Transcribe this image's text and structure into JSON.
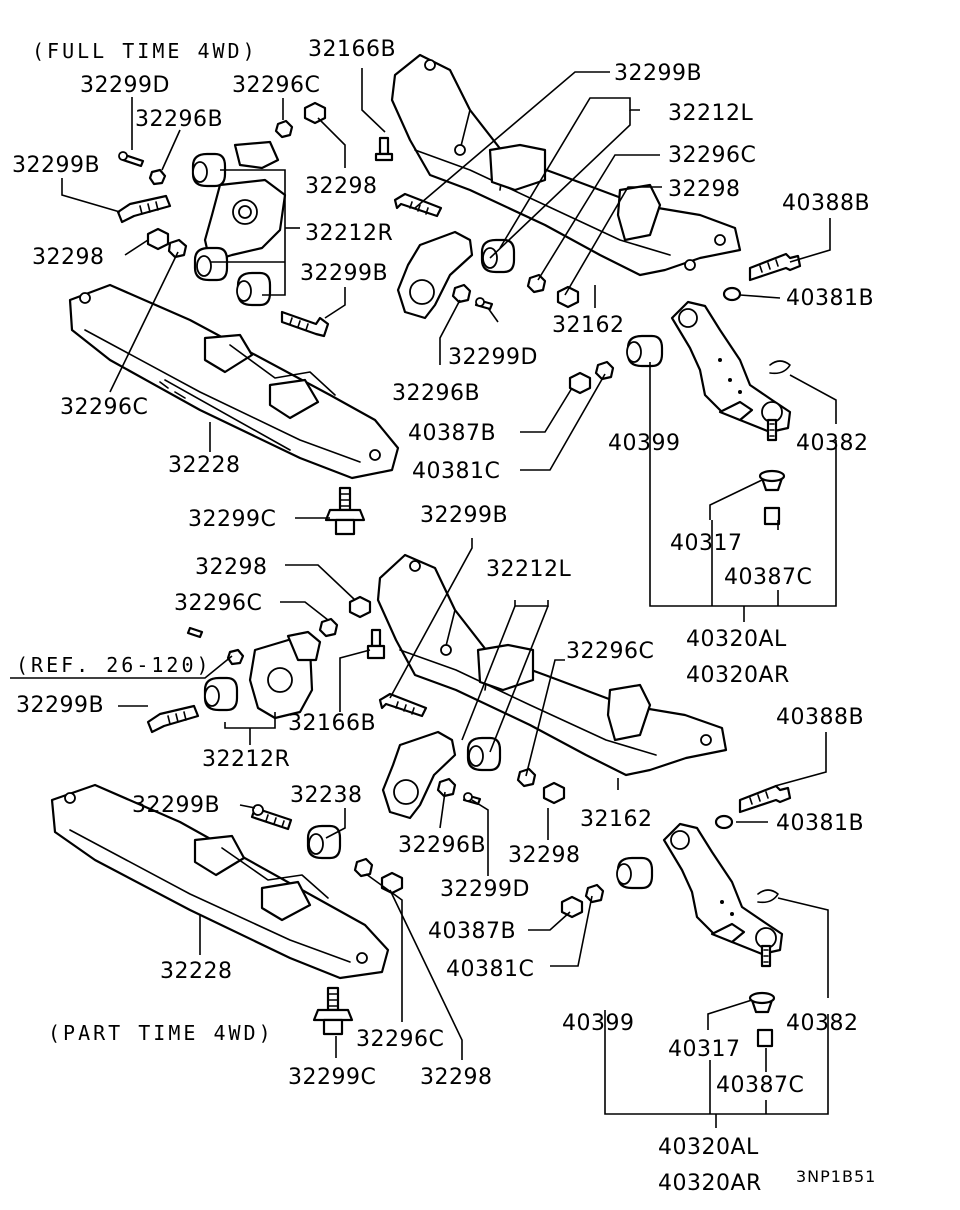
{
  "sections": {
    "full_time": "(FULL TIME 4WD)",
    "part_time": "(PART TIME 4WD)"
  },
  "reference_note": "(REF. 26-120)",
  "drawing_code": "3NP1B51",
  "labels_top": {
    "p32166B": "32166B",
    "p32299D_a": "32299D",
    "p32296C_a": "32296C",
    "p32296B_a": "32296B",
    "p32299B_a": "32299B",
    "p32298_a": "32298",
    "p32212R": "32212R",
    "p32298_b": "32298",
    "p32299B_b": "32299B",
    "p32296C_b": "32296C",
    "p32228": "32228",
    "p32299C": "32299C",
    "p32299B_c": "32299B",
    "p32212L": "32212L",
    "p32296C_c": "32296C",
    "p32298_c": "32298",
    "p40388B": "40388B",
    "p40381B": "40381B",
    "p32162": "32162",
    "p32299D_b": "32299D",
    "p32296B_b": "32296B",
    "p40387B": "40387B",
    "p40381C": "40381C",
    "p40399": "40399",
    "p40382": "40382",
    "p40317": "40317",
    "p40387C": "40387C",
    "p40320AL": "40320AL",
    "p40320AR": "40320AR"
  },
  "labels_bottom": {
    "p32299B_a": "32299B",
    "p32212L": "32212L",
    "p32298_a": "32298",
    "p32296C_a": "32296C",
    "p32296C_b": "32296C",
    "p32299B_b": "32299B",
    "p32166B": "32166B",
    "p32212R": "32212R",
    "p40388B": "40388B",
    "p32162": "32162",
    "p40381B": "40381B",
    "p32299B_c": "32299B",
    "p32238": "32238",
    "p32296B": "32296B",
    "p32298_b": "32298",
    "p32299D": "32299D",
    "p40387B": "40387B",
    "p40381C": "40381C",
    "p32228": "32228",
    "p40399": "40399",
    "p40382": "40382",
    "p40317": "40317",
    "p40387C": "40387C",
    "p32296C_c": "32296C",
    "p32298_c": "32298",
    "p32299C": "32299C",
    "p40320AL": "40320AL",
    "p40320AR": "40320AR"
  }
}
